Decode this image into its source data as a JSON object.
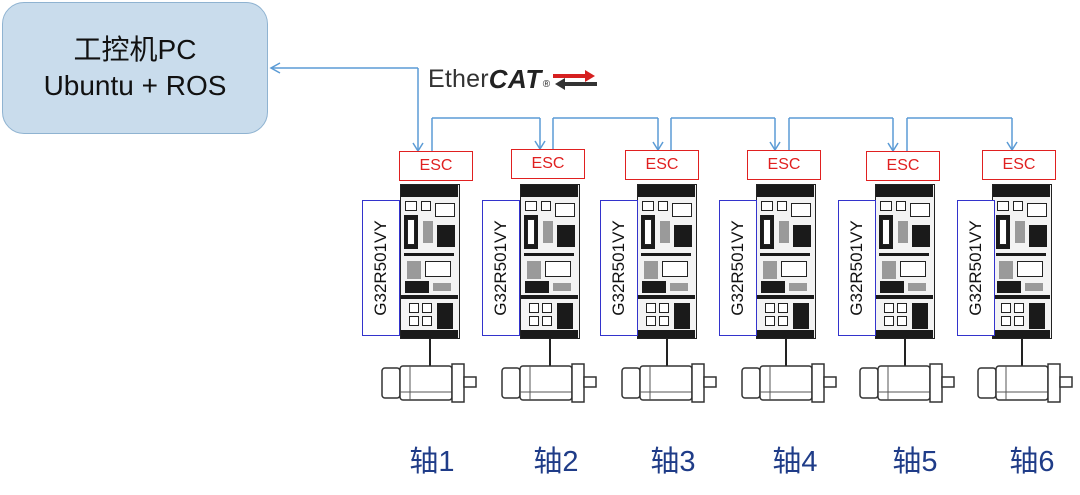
{
  "pc": {
    "line1": "工控机PC",
    "line2": "Ubuntu + ROS"
  },
  "ethercat_logo": {
    "text_ether": "Ether",
    "text_cat": "CAT",
    "reg": "®"
  },
  "axes": [
    {
      "esc": "ESC",
      "model": "G32R501VY",
      "label": "轴1"
    },
    {
      "esc": "ESC",
      "model": "G32R501VY",
      "label": "轴2"
    },
    {
      "esc": "ESC",
      "model": "G32R501VY",
      "label": "轴3"
    },
    {
      "esc": "ESC",
      "model": "G32R501VY",
      "label": "轴4"
    },
    {
      "esc": "ESC",
      "model": "G32R501VY",
      "label": "轴5"
    },
    {
      "esc": "ESC",
      "model": "G32R501VY",
      "label": "轴6"
    }
  ],
  "colors": {
    "pc_fill": "#c9dcec",
    "bus_line": "#5b9bd5",
    "esc_border": "#e02020",
    "model_border": "#3333cc",
    "axis_label": "#1f3c88",
    "ethercat_arrow": "#d62020"
  }
}
